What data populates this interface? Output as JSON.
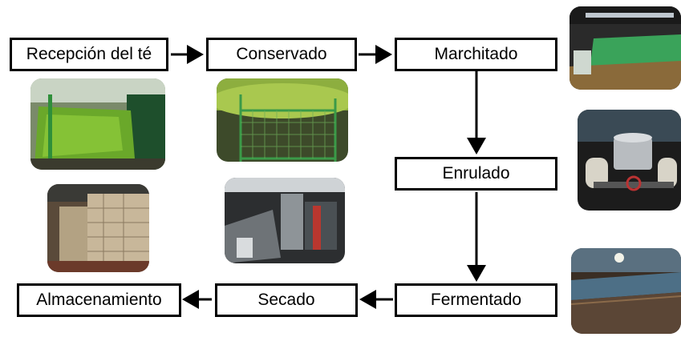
{
  "steps": {
    "reception": "Recepción del té",
    "storage": "Conservado",
    "withering": "Marchitado",
    "rolling": "Enrulado",
    "fermenting": "Fermentado",
    "drying": "Secado",
    "warehousing": "Almacenamiento"
  },
  "flow": [
    [
      "reception",
      "storage"
    ],
    [
      "storage",
      "withering"
    ],
    [
      "withering",
      "rolling"
    ],
    [
      "rolling",
      "fermenting"
    ],
    [
      "fermenting",
      "drying"
    ],
    [
      "drying",
      "warehousing"
    ]
  ],
  "photos": [
    {
      "depicts": "green tea leaves on conveyor"
    },
    {
      "depicts": "tea leaves behind wire mesh"
    },
    {
      "depicts": "withering troughs in shed"
    },
    {
      "depicts": "rolling machine"
    },
    {
      "depicts": "drying machinery"
    },
    {
      "depicts": "stacked pallets in warehouse"
    },
    {
      "depicts": "fermentation conveyor"
    }
  ],
  "colors": {
    "box_border": "#000000",
    "arrow": "#000000",
    "leaf_green": "#5a9a22",
    "frame_green": "#2f8f3a"
  }
}
